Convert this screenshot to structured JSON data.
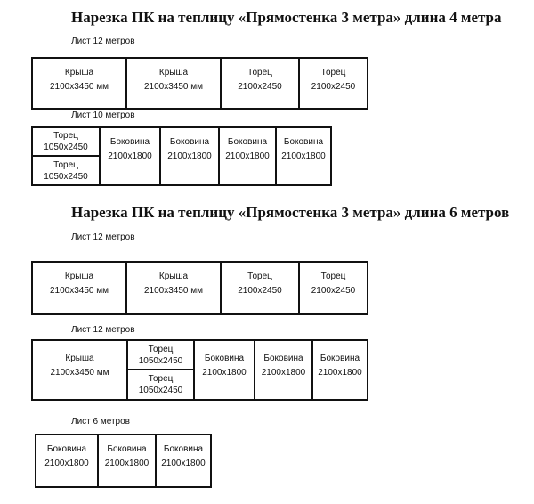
{
  "section1": {
    "title": "Нарезка ПК на теплицу «Прямостенка 3 метра»  длина 4 метра",
    "sheet1": {
      "label": "Лист 12 метров",
      "cells": [
        {
          "name": "Крыша",
          "size": "2100х3450 мм"
        },
        {
          "name": "Крыша",
          "size": "2100х3450 мм"
        },
        {
          "name": "Торец",
          "size": "2100х2450"
        },
        {
          "name": "Торец",
          "size": "2100х2450"
        }
      ]
    },
    "sheet2": {
      "label": "Лист 10 метров",
      "split": [
        {
          "name": "Торец",
          "size": "1050х2450"
        },
        {
          "name": "Торец",
          "size": "1050х2450"
        }
      ],
      "cells": [
        {
          "name": "Боковина",
          "size": "2100х1800"
        },
        {
          "name": "Боковина",
          "size": "2100х1800"
        },
        {
          "name": "Боковина",
          "size": "2100х1800"
        },
        {
          "name": "Боковина",
          "size": "2100х1800"
        }
      ]
    }
  },
  "section2": {
    "title": "Нарезка ПК на теплицу «Прямостенка 3 метра» длина 6 метров",
    "sheet1": {
      "label": "Лист 12 метров",
      "cells": [
        {
          "name": "Крыша",
          "size": "2100х3450 мм"
        },
        {
          "name": "Крыша",
          "size": "2100х3450 мм"
        },
        {
          "name": "Торец",
          "size": "2100х2450"
        },
        {
          "name": "Торец",
          "size": "2100х2450"
        }
      ]
    },
    "sheet2": {
      "label": "Лист 12 метров",
      "first": {
        "name": "Крыша",
        "size": "2100х3450 мм"
      },
      "split": [
        {
          "name": "Торец",
          "size": "1050х2450"
        },
        {
          "name": "Торец",
          "size": "1050х2450"
        }
      ],
      "cells": [
        {
          "name": "Боковина",
          "size": "2100х1800"
        },
        {
          "name": "Боковина",
          "size": "2100х1800"
        },
        {
          "name": "Боковина",
          "size": "2100х1800"
        }
      ]
    },
    "sheet3": {
      "label": "Лист 6 метров",
      "cells": [
        {
          "name": "Боковина",
          "size": "2100х1800"
        },
        {
          "name": "Боковина",
          "size": "2100х1800"
        },
        {
          "name": "Боковина",
          "size": "2100х1800"
        }
      ]
    }
  }
}
